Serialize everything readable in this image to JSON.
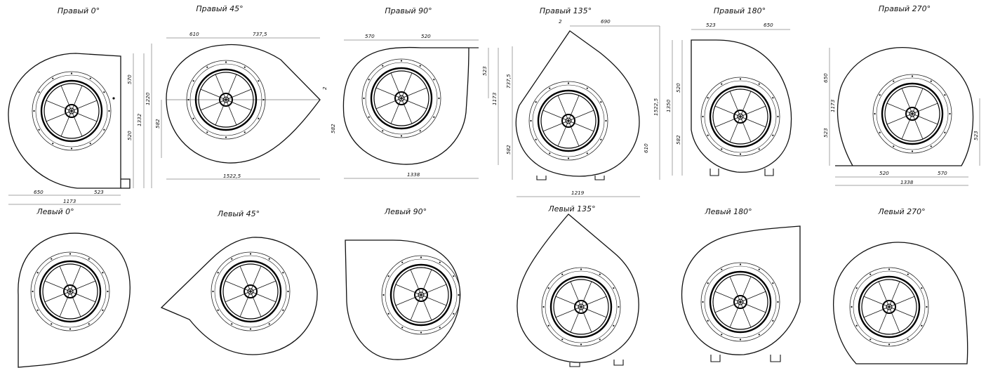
{
  "right_row": {
    "views": [
      {
        "title": "Правый 0°",
        "dims": [
          "570",
          "1220",
          "1332",
          "520",
          "650",
          "523",
          "1173"
        ]
      },
      {
        "title": "Правый 45°",
        "dims": [
          "610",
          "737,5",
          "2",
          "582",
          "1522,5"
        ]
      },
      {
        "title": "Правый 90°",
        "dims": [
          "570",
          "520",
          "523",
          "1173",
          "582",
          "1338"
        ]
      },
      {
        "title": "Правый 135°",
        "dims": [
          "2",
          "690",
          "737,5",
          "1522,5",
          "582",
          "610",
          "1219"
        ]
      },
      {
        "title": "Правый 180°",
        "dims": [
          "523",
          "650",
          "520",
          "1350",
          "582"
        ]
      },
      {
        "title": "Правый 270°",
        "dims": [
          "650",
          "1173",
          "523",
          "523",
          "520",
          "570",
          "1338"
        ]
      }
    ]
  },
  "left_row": {
    "views": [
      {
        "title": "Левый 0°"
      },
      {
        "title": "Левый 45°"
      },
      {
        "title": "Левый 90°"
      },
      {
        "title": "Левый 135°"
      },
      {
        "title": "Левый 180°"
      },
      {
        "title": "Левый 270°"
      }
    ]
  },
  "diagram_data": {
    "type": "fan_housing_orientations",
    "rows": 2,
    "columns": 6,
    "impeller_blades": 8
  }
}
